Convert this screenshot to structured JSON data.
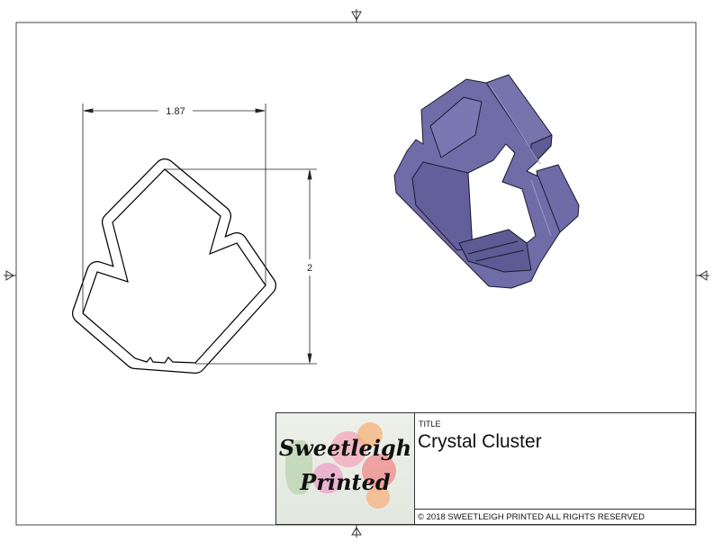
{
  "drawing": {
    "dimensions": {
      "width": "1.87",
      "height": "2"
    },
    "part_color": "#6f6ca8"
  },
  "title_block": {
    "logo_text": [
      "Sweetleigh",
      "Printed"
    ],
    "title_label": "TITLE",
    "title": "Crystal Cluster",
    "copyright": "© 2018  SWEETLEIGH PRINTED  ALL RIGHTS RESERVED"
  }
}
